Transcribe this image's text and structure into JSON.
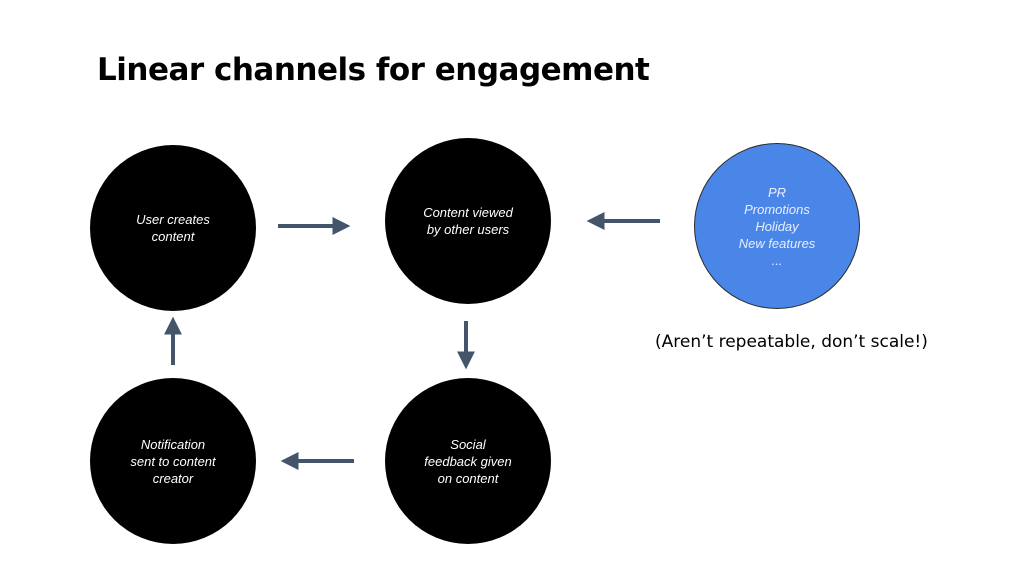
{
  "title": "Linear channels for engagement",
  "nodes": {
    "user_creates": "User creates\ncontent",
    "content_viewed": "Content viewed\nby other users",
    "external": "PR\nPromotions\nHoliday\nNew features\n...",
    "social_feedback": "Social\nfeedback given\non content",
    "notification": "Notification\nsent to content\ncreator"
  },
  "note": "(Aren’t repeatable, don’t scale!)",
  "colors": {
    "node": "#000000",
    "external_node": "#4a86e8",
    "arrow": "#44546a"
  }
}
